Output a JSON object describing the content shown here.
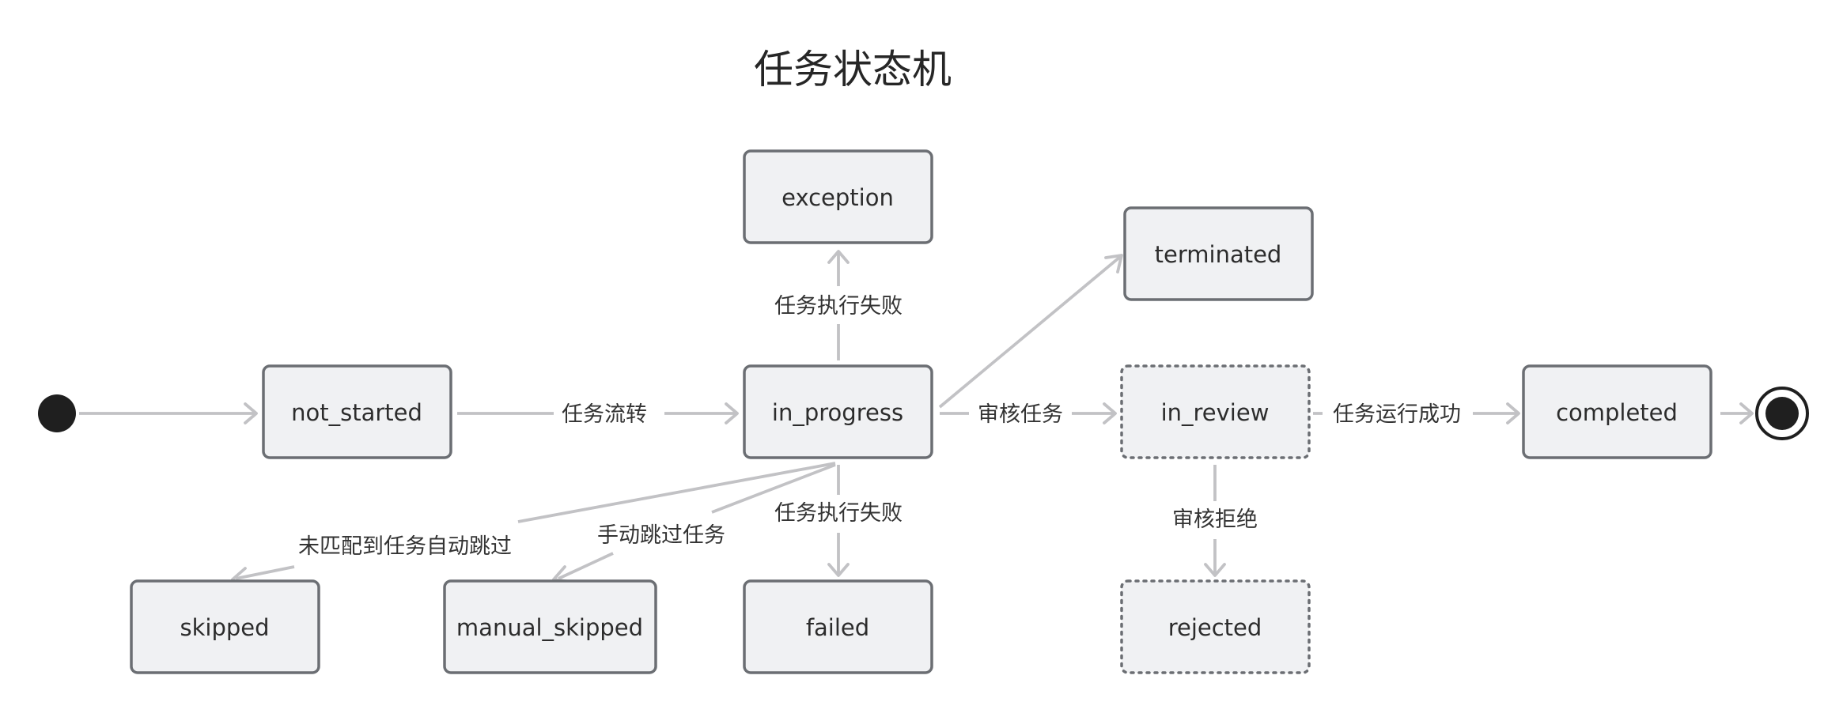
{
  "title": "任务状态机",
  "states": {
    "not_started": "not_started",
    "in_progress": "in_progress",
    "exception": "exception",
    "terminated": "terminated",
    "in_review": "in_review",
    "completed": "completed",
    "skipped": "skipped",
    "manual_skipped": "manual_skipped",
    "failed": "failed",
    "rejected": "rejected"
  },
  "transitions": {
    "start_to_not_started": "",
    "not_started_to_in_progress": "任务流转",
    "in_progress_to_exception": "任务执行失败",
    "in_progress_to_terminated": "",
    "in_progress_to_in_review": "审核任务",
    "in_review_to_completed": "任务运行成功",
    "completed_to_end": "",
    "in_progress_to_skipped": "未匹配到任务自动跳过",
    "in_progress_to_manual_skipped": "手动跳过任务",
    "in_progress_to_failed": "任务执行失败",
    "in_review_to_rejected": "审核拒绝"
  },
  "colors": {
    "state_fill": "#f0f1f3",
    "state_border": "#6b6e73",
    "edge": "#c2c2c5",
    "terminal": "#1f1f1f"
  }
}
